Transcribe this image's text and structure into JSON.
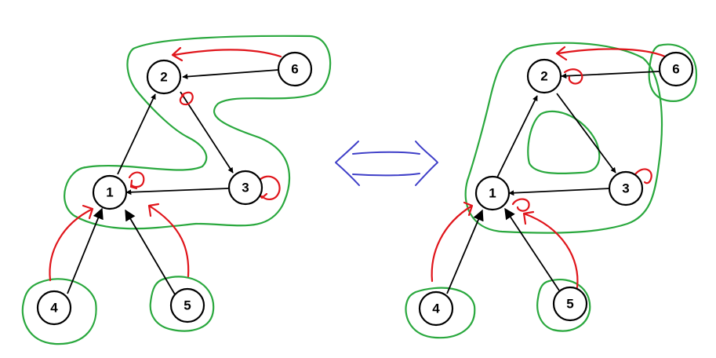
{
  "colors": {
    "node_fill": "#ffffff",
    "node_stroke": "#000000",
    "edge": "#000000",
    "red_annotation": "#e0151b",
    "green_region": "#2aa83e",
    "equivalence_arrow": "#3f3fc8"
  },
  "left_graph": {
    "nodes": {
      "n1": "1",
      "n2": "2",
      "n3": "3",
      "n4": "4",
      "n5": "5",
      "n6": "6"
    }
  },
  "right_graph": {
    "nodes": {
      "n1": "1",
      "n2": "2",
      "n3": "3",
      "n4": "4",
      "n5": "5",
      "n6": "6"
    }
  },
  "equivalence_symbol": "double-headed-arrow"
}
